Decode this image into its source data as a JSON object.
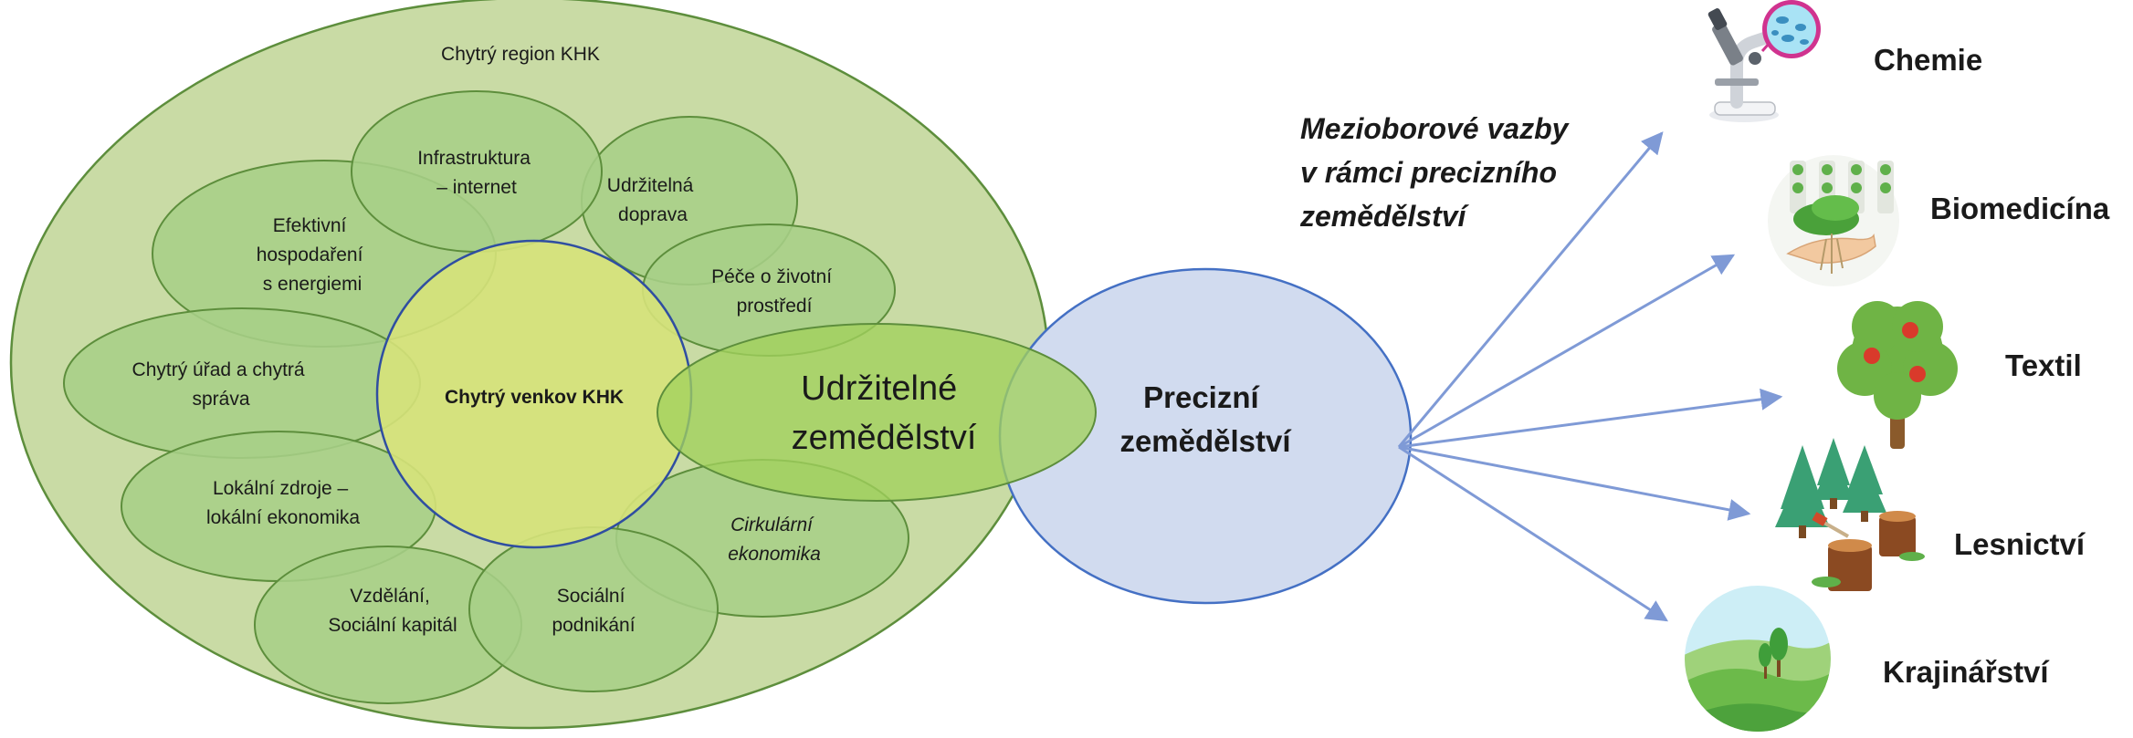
{
  "region": {
    "title": "Chytrý region KHK",
    "center": "Chytrý venkov KHK",
    "petals": {
      "infrastructure": [
        "Infrastruktura",
        "– internet"
      ],
      "transport": [
        "Udržitelná",
        "doprava"
      ],
      "environment": [
        "Péče o životní",
        "prostředí"
      ],
      "energy": [
        "Efektivní",
        "hospodaření",
        "s energiemi"
      ],
      "office": [
        "Chytrý úřad a chytrá",
        "správa"
      ],
      "local": [
        "Lokální zdroje –",
        "lokální ekonomika"
      ],
      "education": [
        "Vzdělání,",
        "Sociální kapitál"
      ],
      "social": [
        "Sociální",
        "podnikání"
      ],
      "circular": [
        "Cirkulární",
        "ekonomika"
      ],
      "agriculture": [
        "Udržitelné",
        "zemědělství"
      ]
    }
  },
  "precision": {
    "label": [
      "Precizní",
      "zemědělství"
    ]
  },
  "heading": [
    "Mezioborové vazby",
    "v rámci precizního",
    "zemědělství"
  ],
  "fields": {
    "chemistry": "Chemie",
    "biomedicine": "Biomedicína",
    "textile": "Textil",
    "forestry": "Lesnictví",
    "landscape": "Krajinářství"
  },
  "icons": {
    "chemistry": "microscope-icon",
    "biomedicine": "plant-in-hand-icon",
    "textile": "apple-tree-icon",
    "forestry": "forest-stumps-icon",
    "landscape": "landscape-icon"
  },
  "colors": {
    "outer_fill": "#c9dba5",
    "petal_fill": "#a7cf88",
    "petal_stroke": "#5d8e3c",
    "center_fill": "#d6e27a",
    "center_stroke": "#2f4ea1",
    "agri_fill": "#a2d15c",
    "precision_fill": "#d1dbef",
    "arrow": "#7f9ad6"
  }
}
